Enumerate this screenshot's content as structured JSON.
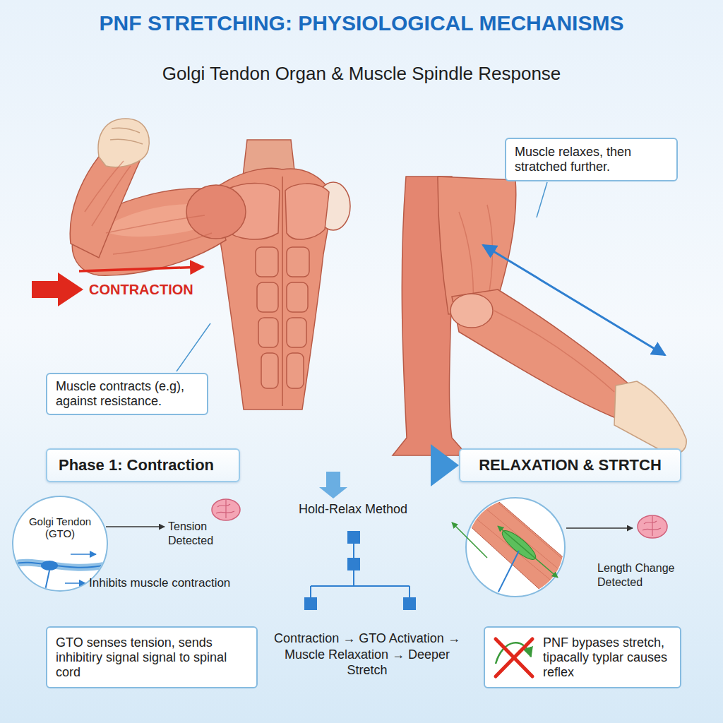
{
  "diagram": {
    "title": "PNF STRETCHING: PHYSIOLOGICAL MECHANISMS",
    "nodes": [
      {
        "text": [
          "Muscle relaxes, then stratched further."
        ]
      },
      {
        "text": [
          "Muscle contracts (e.g), against resistance."
        ]
      },
      {
        "text": [
          "Phase 1: Contraction"
        ]
      },
      {
        "text": [
          "RELAXATION & STRTCH"
        ]
      },
      {
        "text": [
          "Golgi Tendon (GTO)"
        ]
      },
      {
        "text": [
          "GTO senses tension, sends inhibitiry signal signal to spinal cord"
        ]
      },
      {
        "text": [
          "PNF bypases stretch, tipacally typlar causes reflex"
        ]
      }
    ],
    "edges": [
      {
        "from": 2,
        "to": 3,
        "arrow": "to"
      }
    ],
    "labels": [
      "Golgi Tendon Organ & Muscle Spindle Response",
      "CONTRACTION",
      "Hold-Relax Method",
      "Tension Detected",
      "Inhibits muscle contraction",
      "Length Change Detected",
      "Contraction → GTO Activation → Muscle Relaxation → Deeper Stretch"
    ]
  }
}
